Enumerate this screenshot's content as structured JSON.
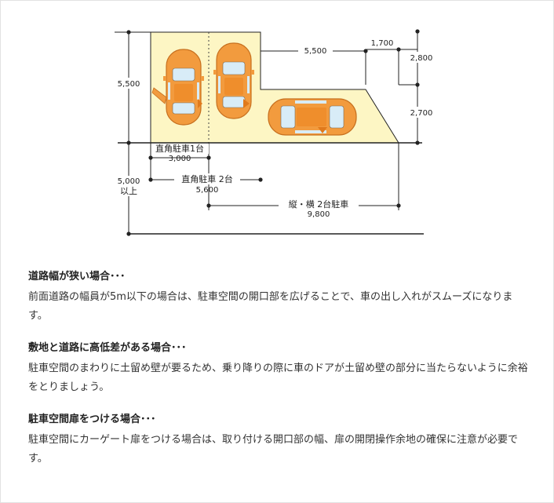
{
  "diagram": {
    "dimensions": {
      "d5500_left": "5,500",
      "d5000_line1": "5,000",
      "d5000_line2": "以上",
      "d5500_top": "5,500",
      "d1700": "1,700",
      "d2800": "2,800",
      "d2700": "2,700",
      "d3000": "3,000",
      "d5600": "5,600",
      "d9800": "9,800"
    },
    "labels": {
      "right_angle_1": "直角駐車1台",
      "right_angle_2": "直角駐車 2台",
      "parallel_2": "縦・横 2台駐車"
    },
    "colors": {
      "lot": "#fdf6c4",
      "car": "#f29b3e",
      "line": "#222222"
    }
  },
  "sections": [
    {
      "title": "道路幅が狭い場合･･･",
      "body": "前面道路の幅員が5m以下の場合は、駐車空間の開口部を広げることで、車の出し入れがスムーズになります。"
    },
    {
      "title": "敷地と道路に高低差がある場合･･･",
      "body": "駐車空間のまわりに土留め壁が要るため、乗り降りの際に車のドアが土留め壁の部分に当たらないように余裕をとりましょう。"
    },
    {
      "title": "駐車空間扉をつける場合･･･",
      "body": "駐車空間にカーゲート扉をつける場合は、取り付ける開口部の幅、扉の開閉操作余地の確保に注意が必要です。"
    }
  ]
}
